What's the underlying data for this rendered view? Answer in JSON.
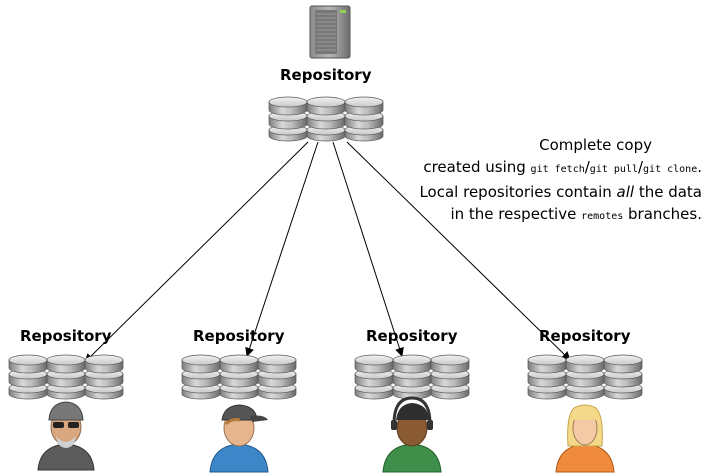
{
  "server": {
    "label": "Repository"
  },
  "clients": [
    {
      "label": "Repository",
      "user": "user-sunglasses"
    },
    {
      "label": "Repository",
      "user": "user-cap"
    },
    {
      "label": "Repository",
      "user": "user-headset"
    },
    {
      "label": "Repository",
      "user": "user-blonde"
    }
  ],
  "caption": {
    "line1": "Complete copy",
    "line2_pre": "created using ",
    "cmd_fetch": "git fetch",
    "sep1": "/",
    "cmd_pull": "git pull",
    "sep2": "/",
    "cmd_clone": "git clone",
    "line2_post": ".",
    "line3_pre": "Local repositories contain ",
    "line3_em": "all",
    "line3_post": " the data",
    "line4_pre": "in the respective ",
    "line4_code": "remotes",
    "line4_post": " branches."
  }
}
